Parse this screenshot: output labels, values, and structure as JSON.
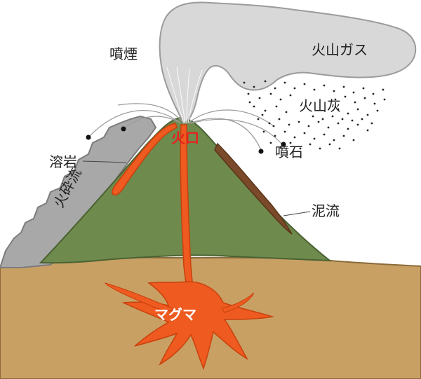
{
  "labels": {
    "smoke": "噴煙",
    "volcanic_gas": "火山ガス",
    "volcanic_ash": "火山灰",
    "crater": "火口",
    "lava": "溶岩",
    "volcanic_bombs": "噴石",
    "pyroclastic_flow": "火砕流",
    "mudflow": "泥流",
    "magma": "マグマ"
  },
  "colors": {
    "ground": "#c9a064",
    "ground_outline": "#8a6a3a",
    "mountain": "#6e8a4d",
    "lava": "#ee5a1f",
    "magma": "#ee5a1f",
    "smoke_cloud": "#d8d8d8",
    "smoke_outline": "#9b9b9b",
    "pyroclastic": "#a8a8a8",
    "mudflow": "#7a4a2a",
    "crater_text": "#e8211e"
  }
}
